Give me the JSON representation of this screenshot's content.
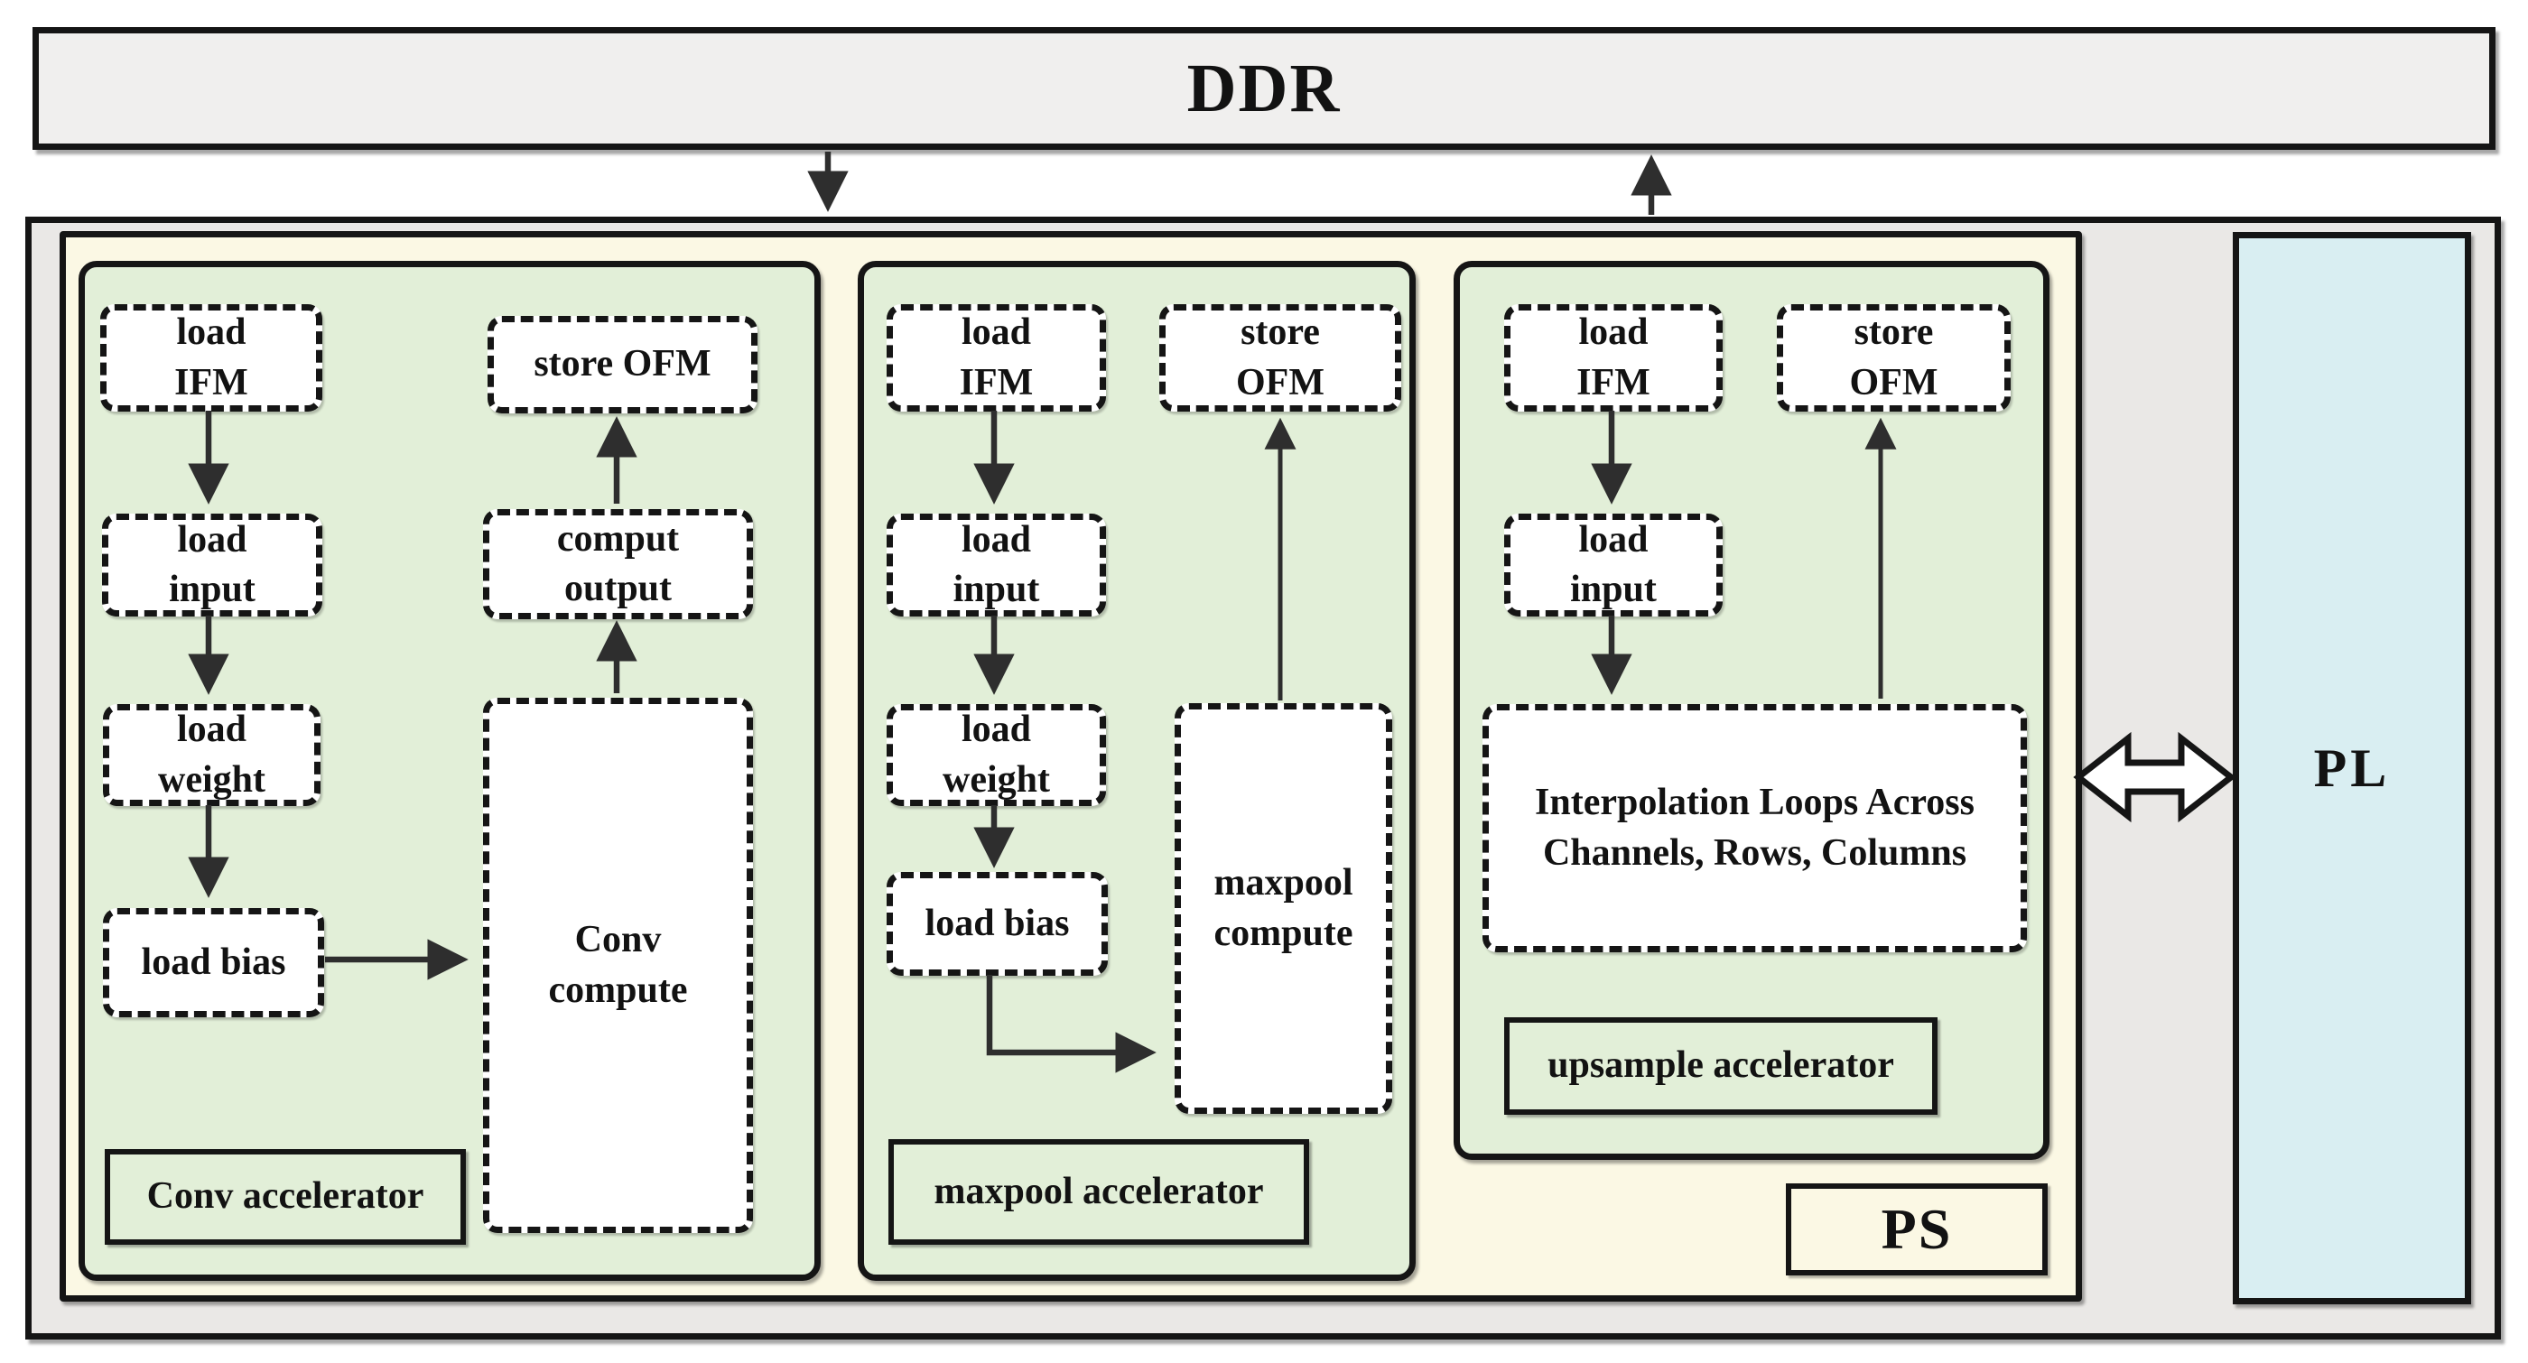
{
  "colors": {
    "ddr_fill": "#f0efee",
    "outer_fill": "#eae8e6",
    "ps_fill": "#fbf8e4",
    "panel_fill": "#e2efd8",
    "pl_fill": "#d9eef2",
    "box_fill": "#ffffff",
    "line": "#151515",
    "arrow": "#2e2e2e"
  },
  "ddr": {
    "label": "DDR"
  },
  "ps": {
    "label": "PS"
  },
  "pl": {
    "label": "PL"
  },
  "conv": {
    "title": "Conv accelerator",
    "load_ifm": "load\nIFM",
    "store_ofm": "store OFM",
    "load_input": "load\ninput",
    "comput_output": "comput\noutput",
    "load_weight": "load\nweight",
    "load_bias": "load bias",
    "compute": "Conv\ncompute"
  },
  "maxpool": {
    "title": "maxpool accelerator",
    "load_ifm": "load\nIFM",
    "store_ofm": "store\nOFM",
    "load_input": "load\ninput",
    "load_weight": "load\nweight",
    "load_bias": "load bias",
    "compute": "maxpool\ncompute"
  },
  "upsample": {
    "title": "upsample accelerator",
    "load_ifm": "load\nIFM",
    "store_ofm": "store\nOFM",
    "load_input": "load\ninput",
    "interpolation": "Interpolation Loops Across\nChannels, Rows, Columns"
  }
}
